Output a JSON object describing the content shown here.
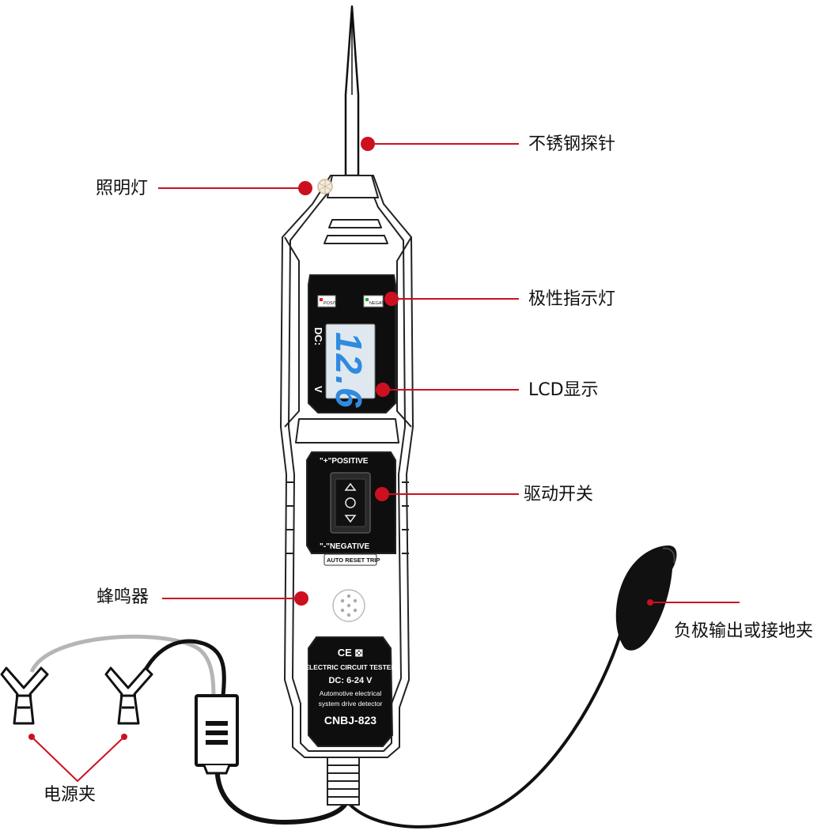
{
  "colors": {
    "callout_red": "#cc1020",
    "outline": "#222222",
    "lcd_blue": "#2f8ae0",
    "lcd_bg": "#dfe7ef",
    "cable": "#111111",
    "cable_grey": "#b5b5b5"
  },
  "callouts": {
    "probe": "不锈钢探针",
    "light": "照明灯",
    "polarity": "极性指示灯",
    "lcd": "LCD显示",
    "switch": "驱动开关",
    "buzzer": "蜂鸣器",
    "negative_clip": "负极输出或接地夹",
    "power_clip": "电源夹"
  },
  "device": {
    "led_positive": "POSITIVE",
    "led_negative": "NEGATIVE",
    "dc_label": "DC:",
    "unit": "V",
    "reading": "12.6",
    "switch_top": "\"+\"POSITIVE",
    "switch_bottom": "\"-\"NEGATIVE",
    "reset_label": "AUTO RESET TRIP",
    "cert": "CE ⊠",
    "title": "ELECTRIC CIRCUIT TESTER",
    "spec": "DC: 6-24 V",
    "desc1": "Automotive electrical",
    "desc2": "system drive detector",
    "model": "CNBJ-823"
  }
}
